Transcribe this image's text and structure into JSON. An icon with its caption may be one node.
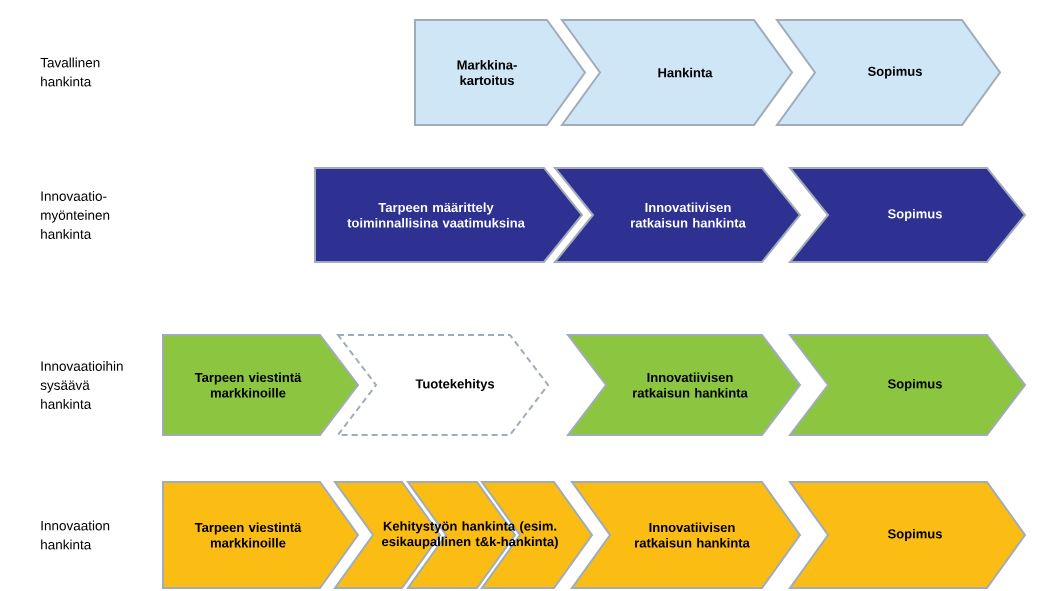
{
  "diagram": {
    "nodes": [
      {
        "text": [
          "Markkina-kartoitus"
        ]
      },
      {
        "text": [
          "Hankinta"
        ]
      },
      {
        "text": [
          "Sopimus"
        ]
      },
      {
        "text": [
          "Tarpeen määrittely toiminnallisina vaatimuksina"
        ]
      },
      {
        "text": [
          "Innovatiivisen ratkaisun hankinta"
        ]
      },
      {
        "text": [
          "Sopimus"
        ]
      },
      {
        "text": [
          "Tarpeen viestintä markkinoille"
        ]
      },
      {
        "text": [
          "Tuotekehitys"
        ]
      },
      {
        "text": [
          "Innovatiivisen ratkaisun hankinta"
        ]
      },
      {
        "text": [
          "Sopimus"
        ]
      },
      {
        "text": [
          "Tarpeen viestintä markkinoille"
        ]
      },
      {
        "text": [
          "Kehitystyön hankinta (esim. esikaupallinen t&k-hankinta)"
        ]
      },
      {
        "text": [
          "Innovatiivisen ratkaisun hankinta"
        ]
      },
      {
        "text": [
          "Sopimus"
        ]
      }
    ],
    "labels": [
      "Tavallinen hankinta",
      "Innovaatio-myönteinen hankinta",
      "Innovaatioihin sysäävä hankinta",
      "Innovaation hankinta"
    ]
  }
}
